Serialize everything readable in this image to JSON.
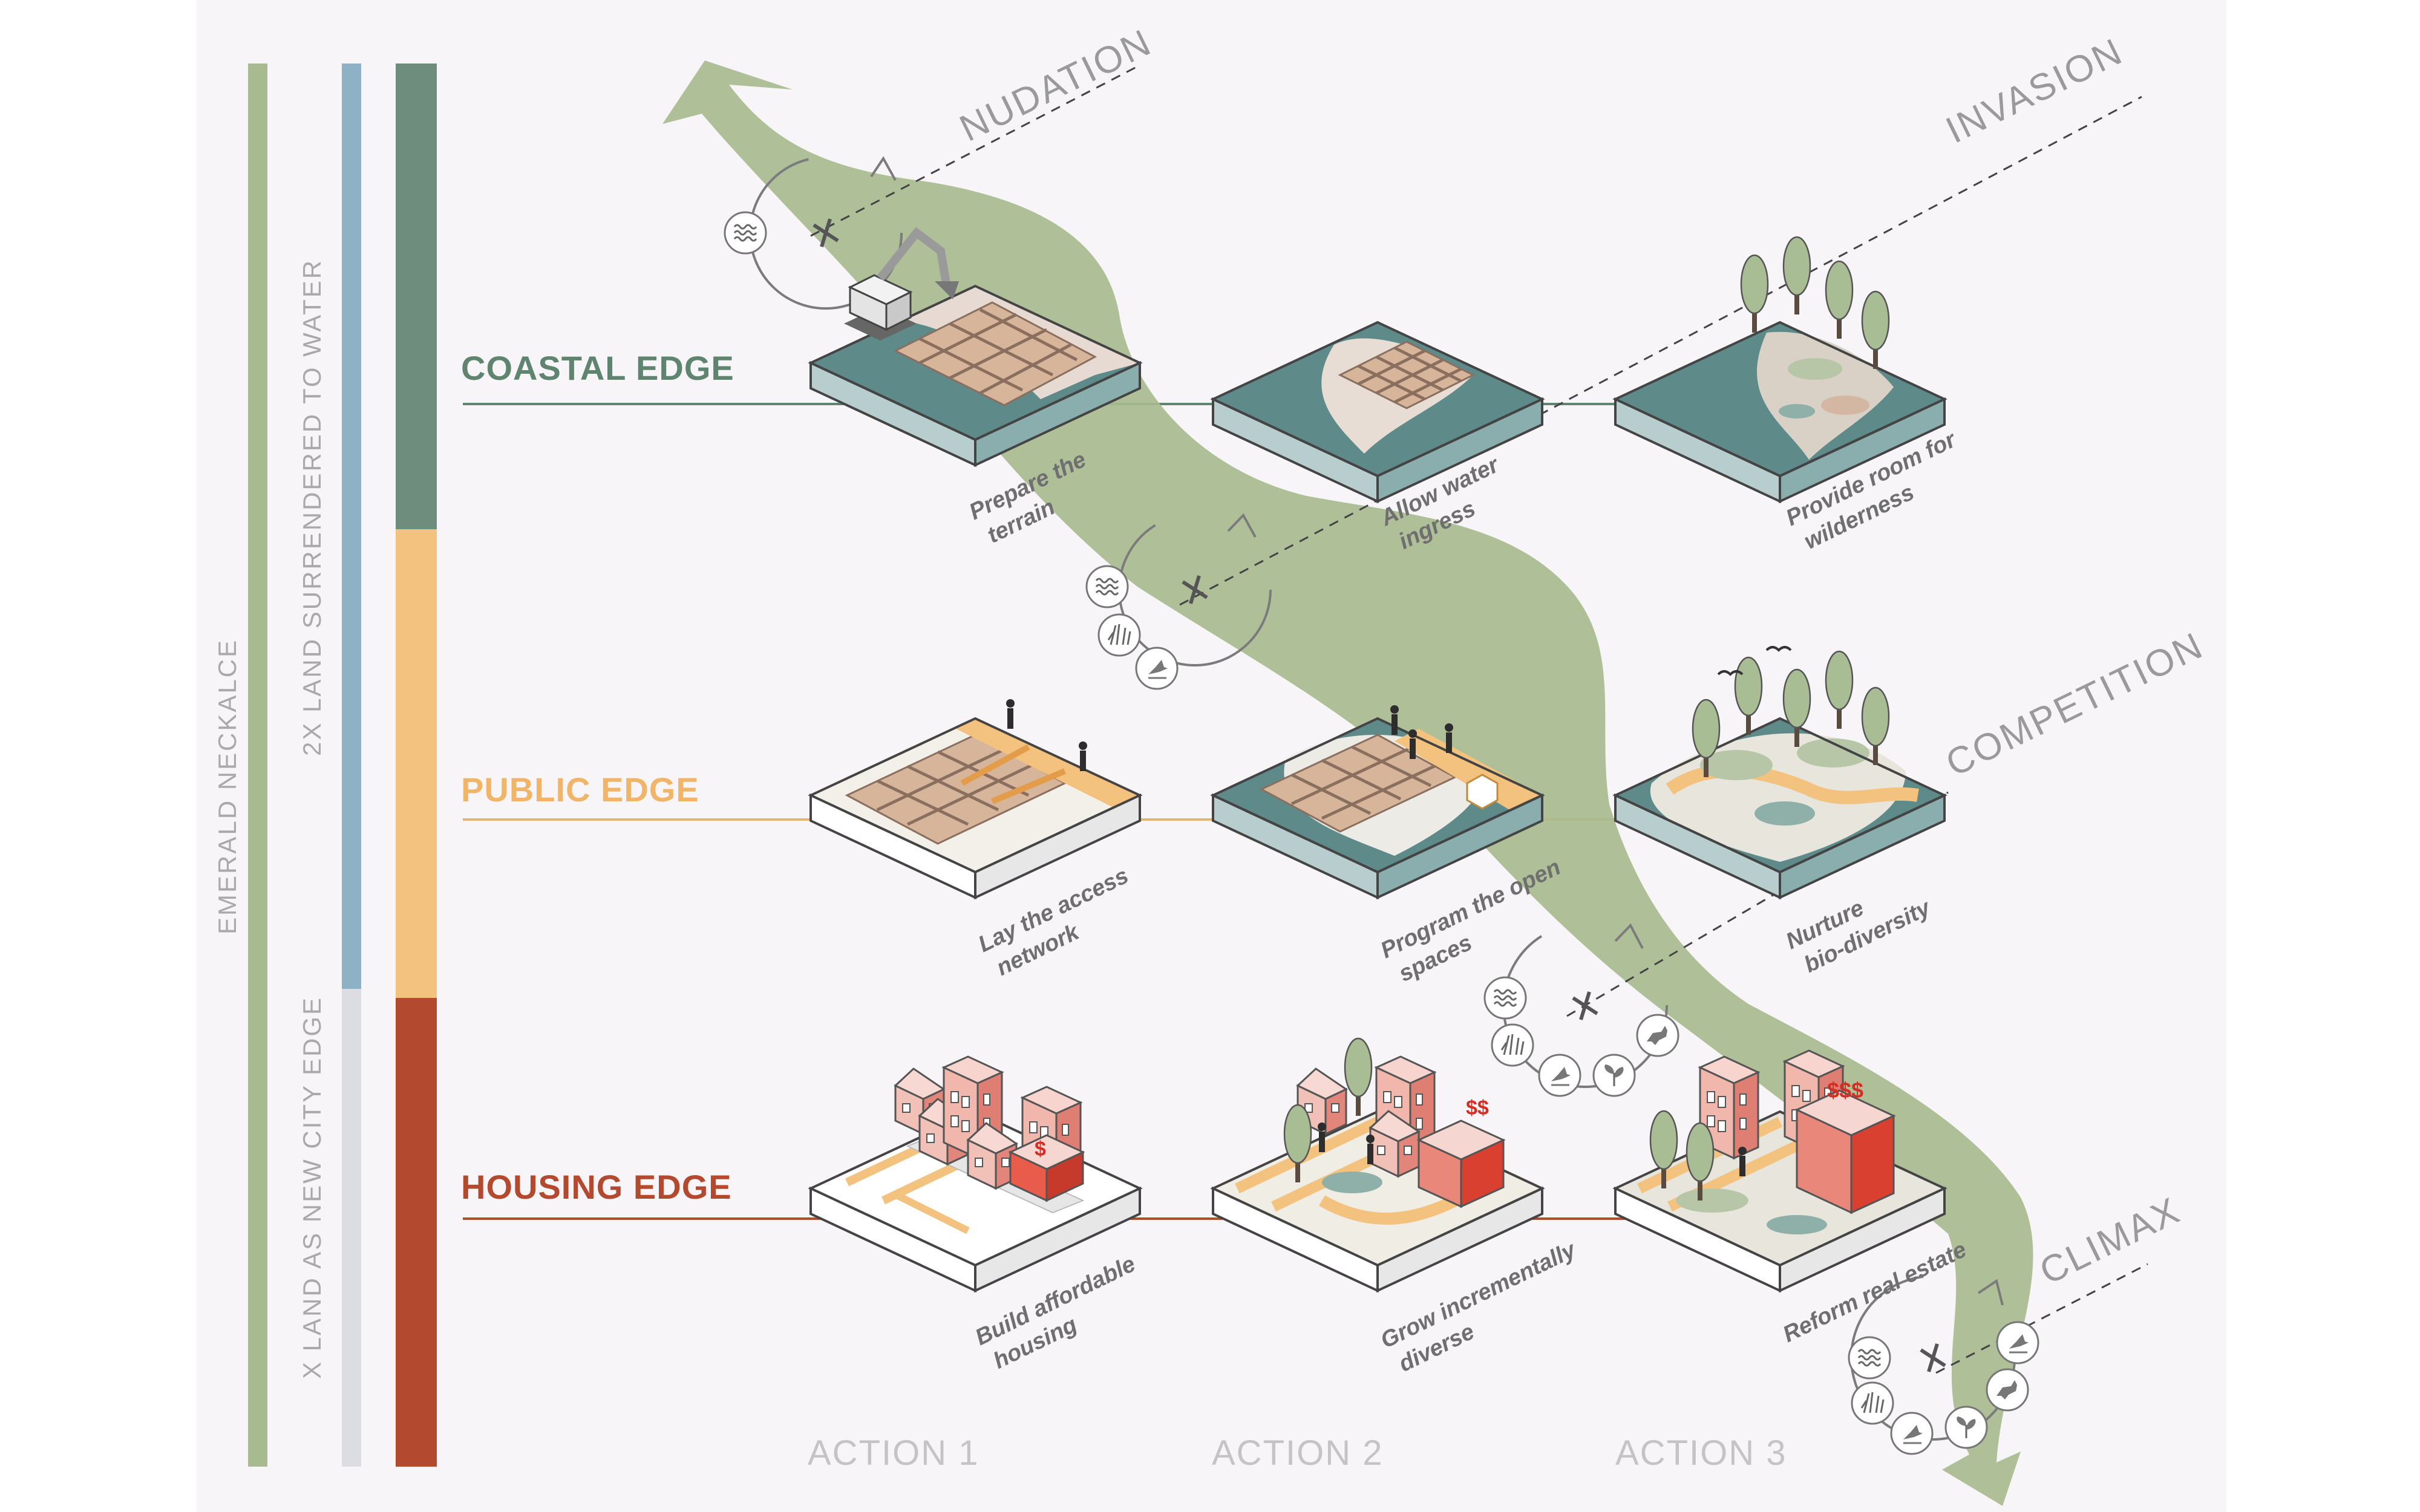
{
  "colors": {
    "background": "#f7f5f8",
    "flow": "#a8bb90",
    "coastal": "#5f8470",
    "public": "#f3c27f",
    "housing": "#b34a30",
    "water_bar": "#8fb1c6",
    "emerald_bar": "#a8bb90",
    "city_bar": "#dcdde2",
    "water": "#5e8a8a",
    "sand": "#d8b9a0",
    "building": "#e9a9a0",
    "building_dark": "#d94030"
  },
  "vertical_bars": {
    "emerald": "EMERALD NECKALCE",
    "water": "2X LAND SURRENDERED TO WATER",
    "city": "X LAND AS NEW CITY EDGE"
  },
  "rows": {
    "coastal": "COASTAL EDGE",
    "public": "PUBLIC EDGE",
    "housing": "HOUSING EDGE"
  },
  "stages": {
    "nudation": "NUDATION",
    "invasion": "INVASION",
    "competition": "COMPETITION",
    "climax": "CLIMAX"
  },
  "captions": {
    "c1": [
      "Prepare the",
      "terrain"
    ],
    "c2": [
      "Allow water",
      "ingress"
    ],
    "c3": [
      "Provide room for",
      "wilderness"
    ],
    "p1": [
      "Lay the access",
      "network"
    ],
    "p2": [
      "Program the open",
      "spaces"
    ],
    "p3": [
      "Nurture",
      "bio-diversity"
    ],
    "h1": [
      "Build affordable",
      "housing"
    ],
    "h2": [
      "Grow incrementally",
      "diverse"
    ],
    "h3": [
      "Reform real estate"
    ]
  },
  "price_tags": {
    "h1": "$",
    "h2": "$$",
    "h3": "$$$"
  },
  "actions": [
    "ACTION 1",
    "ACTION 2",
    "ACTION 3"
  ],
  "icons": [
    "water-waves-icon",
    "reeds-icon",
    "bird-icon",
    "sprout-icon",
    "animal-icon"
  ]
}
